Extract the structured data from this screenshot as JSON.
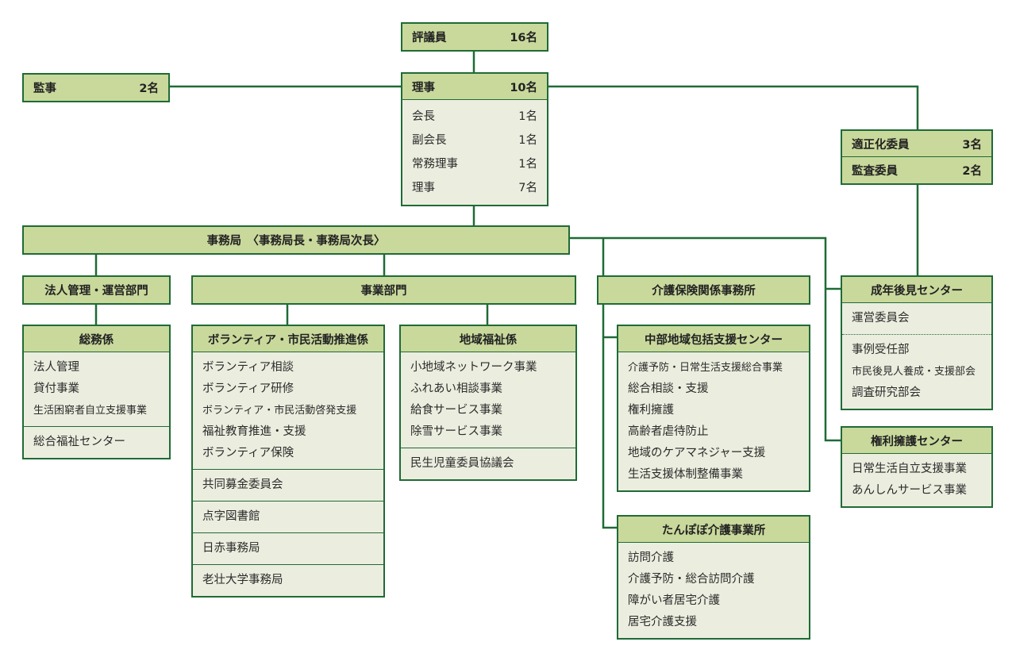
{
  "colors": {
    "line": "#1f6b36",
    "header": "#c9d99c",
    "body": "#ebeedf"
  },
  "boxes": {
    "hyogiin": {
      "headers": [
        {
          "label": "評議員",
          "count": "16名"
        }
      ],
      "sections": []
    },
    "riji": {
      "headers": [
        {
          "label": "理事",
          "count": "10名"
        }
      ],
      "sections": [
        [
          {
            "label": "会長",
            "count": "1名"
          },
          {
            "label": "副会長",
            "count": "1名"
          },
          {
            "label": "常務理事",
            "count": "1名"
          },
          {
            "label": "理事",
            "count": "7名"
          }
        ]
      ]
    },
    "kanji": {
      "headers": [
        {
          "label": "監事",
          "count": "2名"
        }
      ],
      "sections": []
    },
    "iin": {
      "headers": [
        {
          "label": "適正化委員",
          "count": "3名"
        },
        {
          "label": "監査委員",
          "count": "2名"
        }
      ],
      "sections": []
    },
    "jimukyoku": {
      "headers": [
        {
          "label": "事務局　〈事務局長・事務局次長〉"
        }
      ],
      "sections": []
    },
    "hojin": {
      "headers": [
        {
          "label": "法人管理・運営部門"
        }
      ],
      "sections": []
    },
    "jigyo": {
      "headers": [
        {
          "label": "事業部門"
        }
      ],
      "sections": []
    },
    "kaigo": {
      "headers": [
        {
          "label": "介護保険関係事務所"
        }
      ],
      "sections": []
    },
    "seinen": {
      "headers": [
        {
          "label": "成年後見センター"
        }
      ],
      "dotted": true,
      "sections": [
        [
          {
            "label": "運営委員会"
          }
        ],
        [
          {
            "label": "事例受任部"
          },
          {
            "label": "市民後見人養成・支援部会",
            "small": true
          },
          {
            "label": "調査研究部会"
          }
        ]
      ]
    },
    "somu": {
      "headers": [
        {
          "label": "総務係"
        }
      ],
      "sections": [
        [
          {
            "label": "法人管理"
          },
          {
            "label": "貸付事業"
          },
          {
            "label": "生活困窮者自立支援事業",
            "small": true
          }
        ],
        [
          {
            "label": "総合福祉センター"
          }
        ]
      ]
    },
    "volunteer": {
      "headers": [
        {
          "label": "ボランティア・市民活動推進係"
        }
      ],
      "sections": [
        [
          {
            "label": "ボランティア相談"
          },
          {
            "label": "ボランティア研修"
          },
          {
            "label": "ボランティア・市民活動啓発支援",
            "small": true
          },
          {
            "label": "福祉教育推進・支援"
          },
          {
            "label": "ボランティア保険"
          }
        ],
        [
          {
            "label": "共同募金委員会"
          }
        ],
        [
          {
            "label": "点字図書館"
          }
        ],
        [
          {
            "label": "日赤事務局"
          }
        ],
        [
          {
            "label": "老壮大学事務局"
          }
        ]
      ]
    },
    "chiiki": {
      "headers": [
        {
          "label": "地域福祉係"
        }
      ],
      "sections": [
        [
          {
            "label": "小地域ネットワーク事業"
          },
          {
            "label": "ふれあい相談事業"
          },
          {
            "label": "給食サービス事業"
          },
          {
            "label": "除雪サービス事業"
          }
        ],
        [
          {
            "label": "民生児童委員協議会"
          }
        ]
      ]
    },
    "chubu": {
      "headers": [
        {
          "label": "中部地域包括支援センター"
        }
      ],
      "sections": [
        [
          {
            "label": "介護予防・日常生活支援総合事業",
            "small": true
          },
          {
            "label": "総合相談・支援"
          },
          {
            "label": "権利擁護"
          },
          {
            "label": "高齢者虐待防止"
          },
          {
            "label": "地域のケアマネジャー支援"
          },
          {
            "label": "生活支援体制整備事業"
          }
        ]
      ]
    },
    "tanpopo": {
      "headers": [
        {
          "label": "たんぽぽ介護事業所"
        }
      ],
      "sections": [
        [
          {
            "label": "訪問介護"
          },
          {
            "label": "介護予防・総合訪問介護"
          },
          {
            "label": "障がい者居宅介護"
          },
          {
            "label": "居宅介護支援"
          }
        ]
      ]
    },
    "kenri": {
      "headers": [
        {
          "label": "権利擁護センター"
        }
      ],
      "sections": [
        [
          {
            "label": "日常生活自立支援事業"
          },
          {
            "label": "あんしんサービス事業"
          }
        ]
      ]
    }
  }
}
